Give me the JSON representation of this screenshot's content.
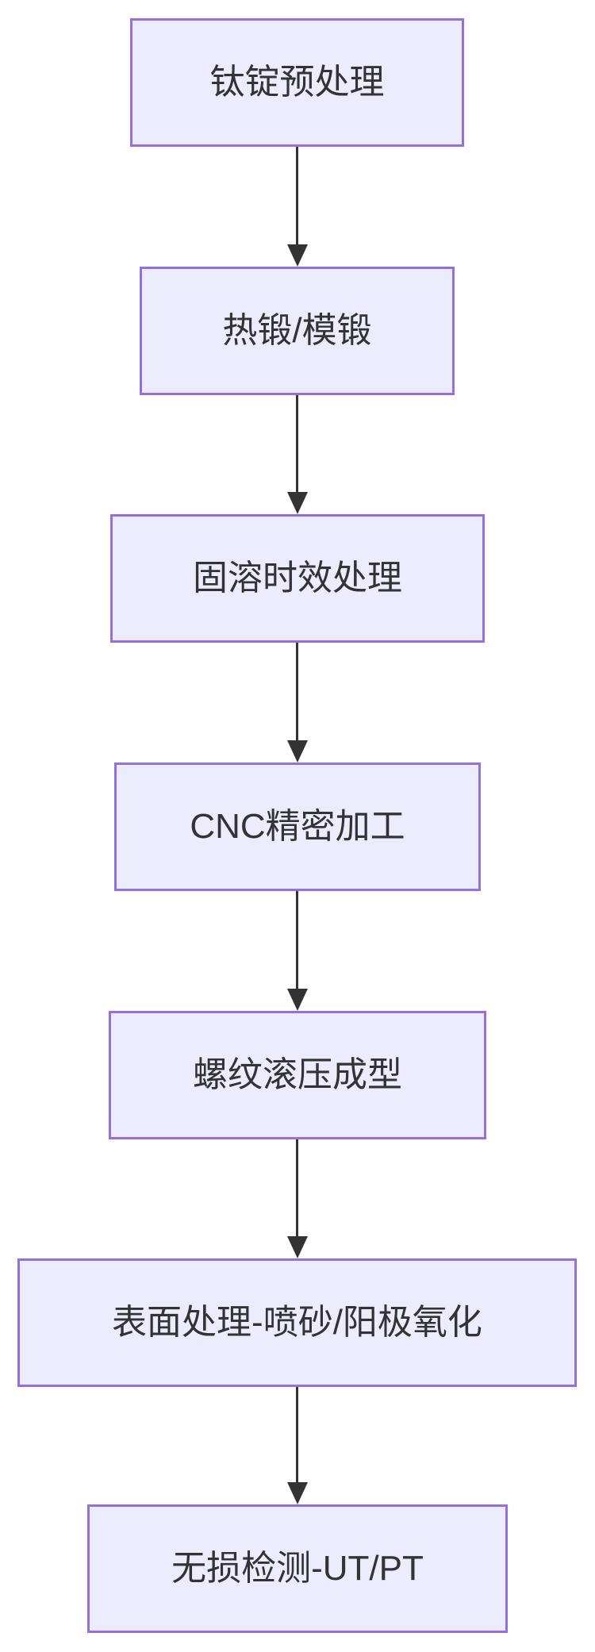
{
  "diagram": {
    "type": "flowchart",
    "direction": "top-down",
    "background_color": "#ffffff",
    "node_fill_color": "#ECECFF",
    "node_border_color": "#9370DB",
    "node_text_color": "#333333",
    "arrow_color": "#333333",
    "nodes": [
      {
        "label": "钛锭预处理"
      },
      {
        "label": "热锻/模锻"
      },
      {
        "label": "固溶时效处理"
      },
      {
        "label": "CNC精密加工"
      },
      {
        "label": "螺纹滚压成型"
      },
      {
        "label": "表面处理-喷砂/阳极氧化"
      },
      {
        "label": "无损检测-UT/PT"
      }
    ],
    "edges": [
      {
        "from": "钛锭预处理",
        "to": "热锻/模锻"
      },
      {
        "from": "热锻/模锻",
        "to": "固溶时效处理"
      },
      {
        "from": "固溶时效处理",
        "to": "CNC精密加工"
      },
      {
        "from": "CNC精密加工",
        "to": "螺纹滚压成型"
      },
      {
        "from": "螺纹滚压成型",
        "to": "表面处理-喷砂/阳极氧化"
      },
      {
        "from": "表面处理-喷砂/阳极氧化",
        "to": "无损检测-UT/PT"
      }
    ]
  }
}
